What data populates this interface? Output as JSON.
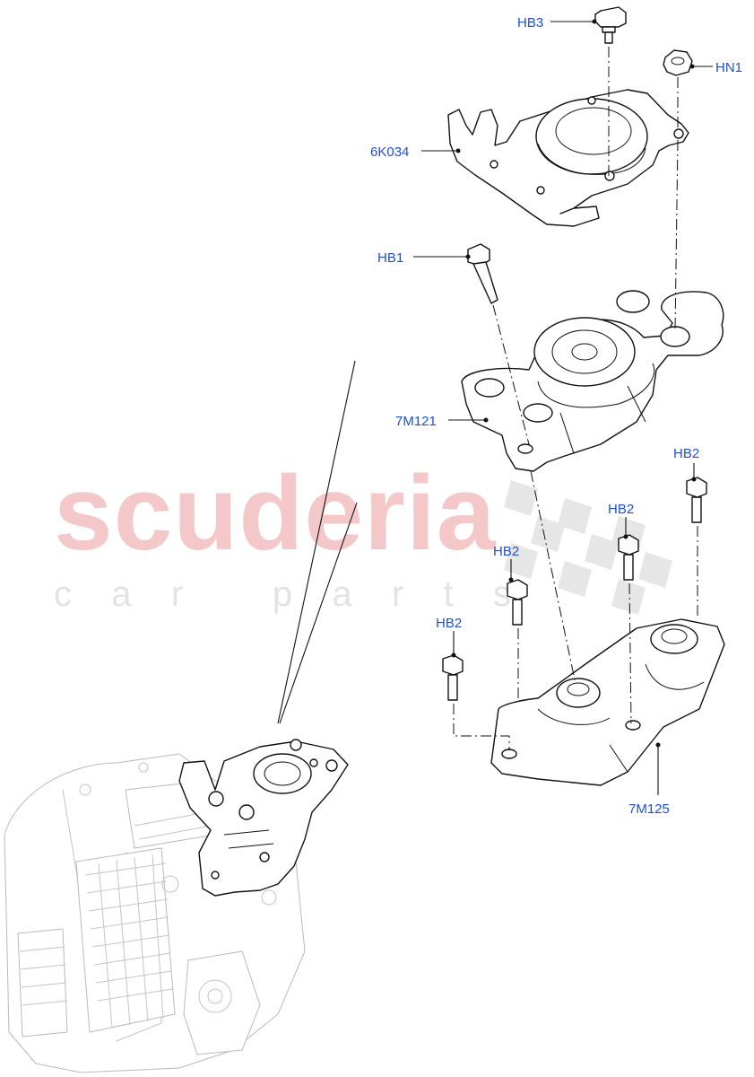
{
  "watermark": {
    "brand": "scuderia",
    "sub": "car parts"
  },
  "labels": {
    "hb3": "HB3",
    "hn1": "HN1",
    "k6034": "6K034",
    "hb1": "HB1",
    "m7121": "7M121",
    "hb2_a": "HB2",
    "hb2_b": "HB2",
    "hb2_c": "HB2",
    "hb2_d": "HB2",
    "m7125": "7M125"
  }
}
